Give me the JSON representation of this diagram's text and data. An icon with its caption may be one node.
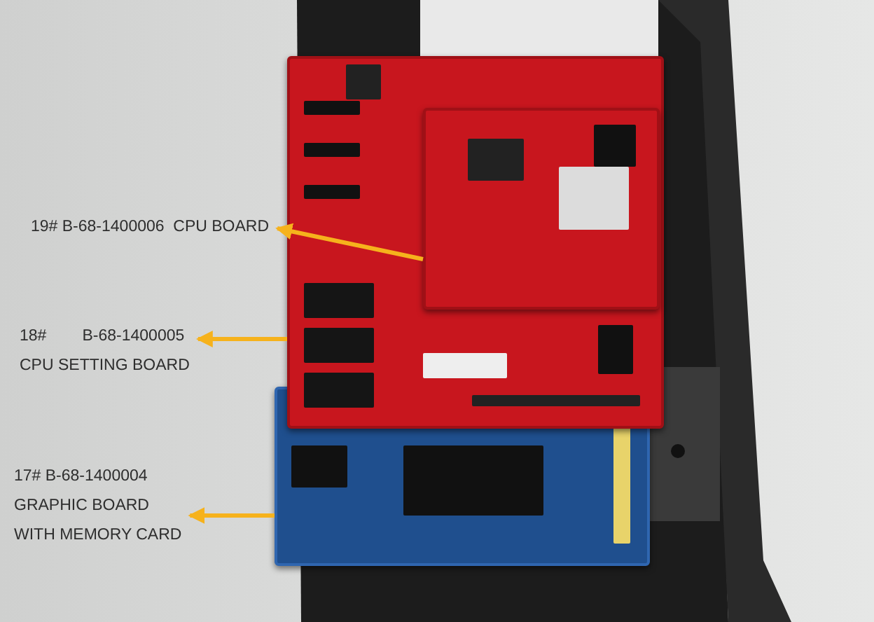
{
  "diagram": {
    "nodes": [
      {
        "text": [
          "19# B-68-1400006  CPU BOARD"
        ]
      },
      {
        "text": [
          "18#        B-68-1400005",
          "CPU SETTING BOARD"
        ]
      },
      {
        "text": [
          "17# B-68-1400004",
          "GRAPHIC BOARD",
          "WITH MEMORY CARD"
        ]
      },
      {
        "text": [],
        "shape": "picture"
      },
      {
        "text": [],
        "shape": "picture",
        "in": 3
      },
      {
        "text": [],
        "shape": "picture"
      }
    ],
    "edges": [
      {
        "from": 4,
        "to": 0,
        "arrow": "to"
      },
      {
        "from": 3,
        "to": 1,
        "arrow": "to"
      },
      {
        "from": 5,
        "to": 2,
        "arrow": "to"
      }
    ]
  }
}
